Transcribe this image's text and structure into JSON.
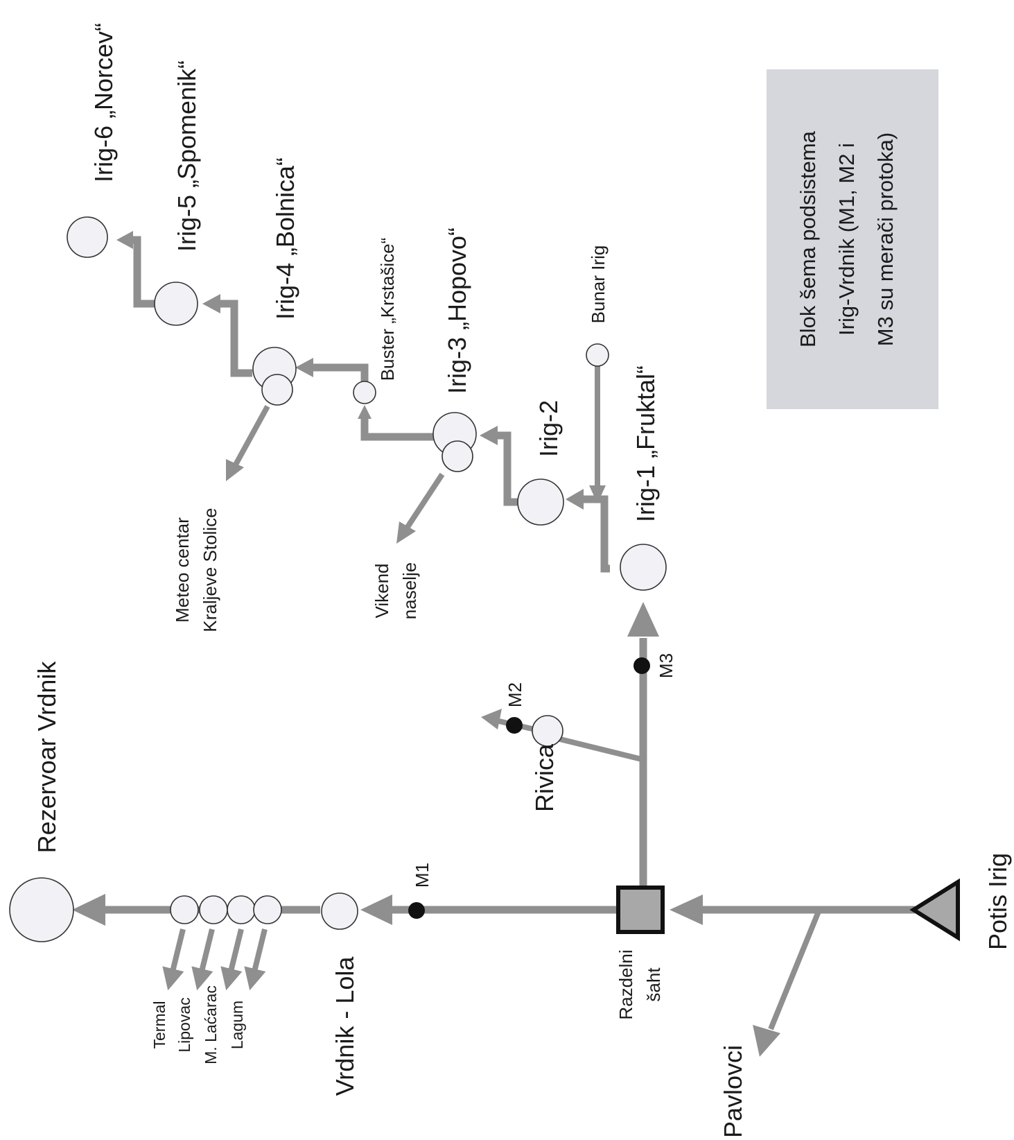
{
  "caption": {
    "lines": [
      "Blok šema podsistema",
      "Irig-Vrdnik (M1, M2 i",
      "M3 su merači protoka)"
    ],
    "bg_color": "#d6d6dd"
  },
  "nodes": {
    "irig6": "Irig-6 „Norcev“",
    "irig5": "Irig-5 „Spomenik“",
    "irig4": "Irig-4 „Bolnica“",
    "buster": "Buster „Krstašice“",
    "irig3": "Irig-3 „Hopovo“",
    "bunar": "Bunar Irig",
    "irig2": "Irig-2",
    "irig1": "Irig-1 „Fruktal“",
    "meteo_line1": "Meteo centar",
    "meteo_line2": "Kraljeve Stolice",
    "vikend_line1": "Vikend",
    "vikend_line2": "naselje",
    "rezervoar": "Rezervoar Vrdnik",
    "rivica": "Rivica",
    "termal": "Termal",
    "lipovac": "Lipovac",
    "lacarac": "M. Laćarac",
    "lagum": "Lagum",
    "lola": "Vrdnik - Lola",
    "razdelni_line1": "Razdelni",
    "razdelni_line2": "šaht",
    "pavlovci": "Pavlovci",
    "potis": "Potis Irig"
  },
  "meters": {
    "m1": "M1",
    "m2": "M2",
    "m3": "M3"
  },
  "colors": {
    "pipe": "#8f8f8f",
    "node_fill": "#f1f1f6",
    "meter": "#111111",
    "shaft_fill": "#a8a8a8"
  }
}
